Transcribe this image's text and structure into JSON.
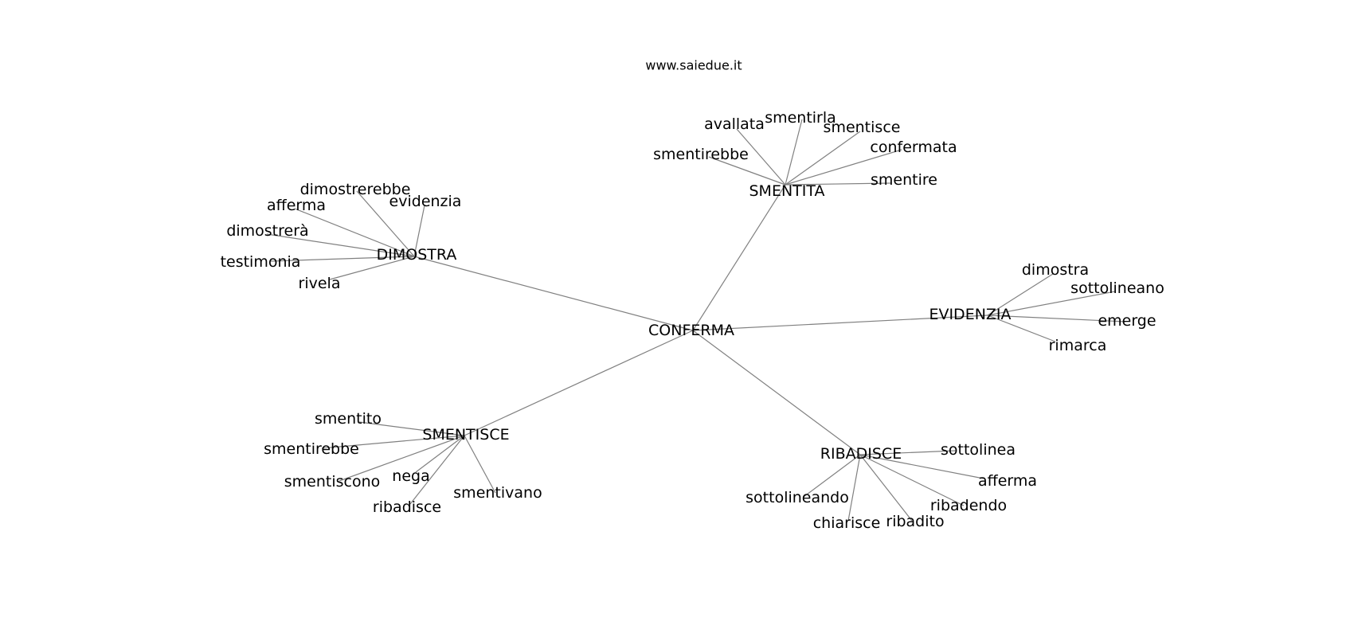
{
  "site": "www.saiedue.it",
  "graph": {
    "center": "CONFERMA",
    "clusters": [
      {
        "hub": "SMENTITA",
        "leaves": [
          "avallata",
          "smentirla",
          "smentisce",
          "smentirebbe",
          "confermata",
          "smentire"
        ]
      },
      {
        "hub": "DIMOSTRA",
        "leaves": [
          "dimostrerebbe",
          "evidenzia",
          "afferma",
          "dimostrerà",
          "testimonia",
          "rivela"
        ]
      },
      {
        "hub": "EVIDENZIA",
        "leaves": [
          "dimostra",
          "sottolineano",
          "emerge",
          "rimarca"
        ]
      },
      {
        "hub": "SMENTISCE",
        "leaves": [
          "smentito",
          "smentirebbe",
          "smentiscono",
          "nega",
          "ribadisce",
          "smentivano"
        ]
      },
      {
        "hub": "RIBADISCE",
        "leaves": [
          "sottolinea",
          "afferma",
          "sottolineando",
          "ribadendo",
          "ribadito",
          "chiarisce"
        ]
      }
    ]
  }
}
